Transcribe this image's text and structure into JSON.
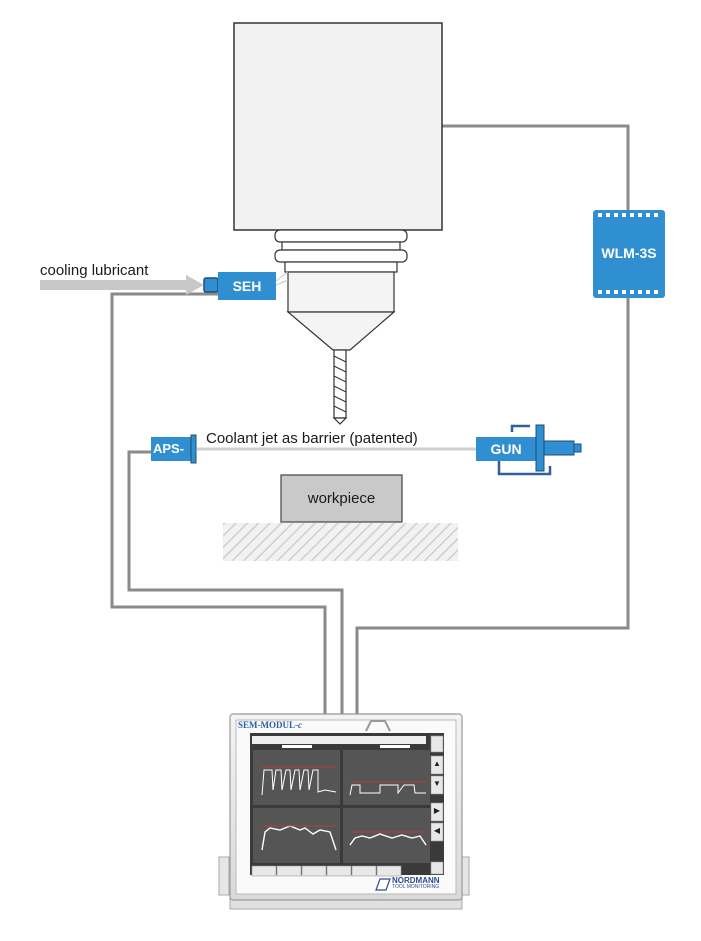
{
  "labels": {
    "cooling_lubricant": "cooling lubricant",
    "coolant_jet": "Coolant jet as barrier (patented)",
    "workpiece": "workpiece"
  },
  "components": {
    "seh": "SEH",
    "aps": "APS-",
    "gun": "GUN",
    "wlm": "WLM-3S"
  },
  "device": {
    "name": "SEM-MODUL-",
    "name_suffix": "c",
    "brand": "NORDMANN",
    "brand_sub": "TOOL MONITORING",
    "sidebar_buttons": [
      "▲",
      "▼",
      "▶",
      "◀"
    ],
    "bottom_buttons": [
      "",
      "",
      "",
      "",
      "",
      ""
    ]
  },
  "colors": {
    "component_blue": "#2f8fd0",
    "cable_gray": "#8a8a8a",
    "machine_border": "#333333",
    "arrow_gray": "#c8c8c8",
    "workpiece_fill": "#c9c9c9",
    "screen_bg": "#3a3a3a"
  }
}
